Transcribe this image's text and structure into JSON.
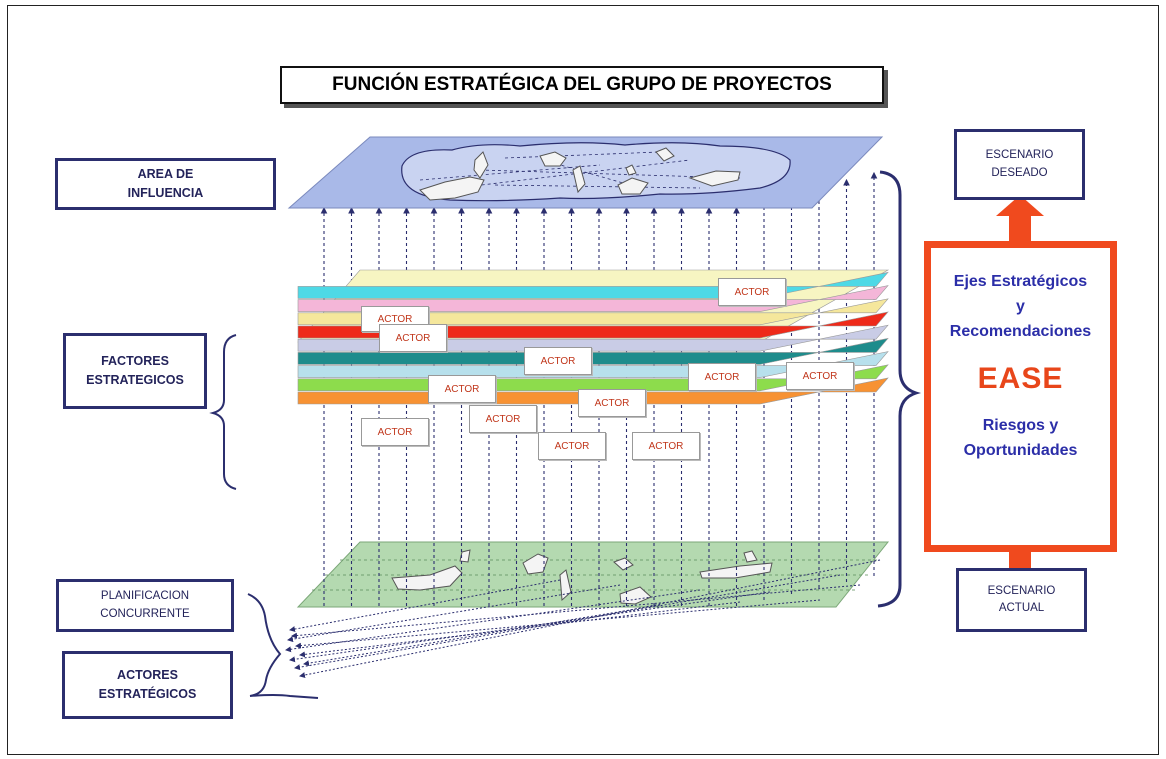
{
  "title": "FUNCIÓN ESTRATÉGICA DEL GRUPO DE PROYECTOS",
  "left_labels": {
    "area_influencia": [
      "AREA DE",
      "INFLUENCIA"
    ],
    "factores": [
      "FACTORES",
      "ESTRATEGICOS"
    ],
    "planificacion": [
      "PLANIFICACION",
      "CONCURRENTE"
    ],
    "actores": [
      "ACTORES",
      "ESTRATÉGICOS"
    ]
  },
  "right_labels": {
    "escenario_deseado": [
      "ESCENARIO",
      "DESEADO"
    ],
    "escenario_actual": [
      "ESCENARIO",
      "ACTUAL"
    ]
  },
  "ease": {
    "ejes_line1": "Ejes Estratégicos",
    "ejes_line2": "y",
    "ejes_line3": "Recomendaciones",
    "title": "EASE",
    "riesgos_line1": "Riesgos y",
    "riesgos_line2": "Oportunidades"
  },
  "actor_label": "ACTOR",
  "colors": {
    "navy": "#2b2e6e",
    "ease_orange": "#f04a1e",
    "arrow_orange": "#f04a1e",
    "top_plane": "#a9b9e8",
    "bottom_plane": "#b4d9b0",
    "layers": [
      "#f79233",
      "#8ddc4c",
      "#b7e0ec",
      "#1e8c8c",
      "#c9cce6",
      "#ee2a1a",
      "#f5e79c",
      "#f4b6d8",
      "#4ed9e6",
      "#f7f5c2"
    ]
  }
}
